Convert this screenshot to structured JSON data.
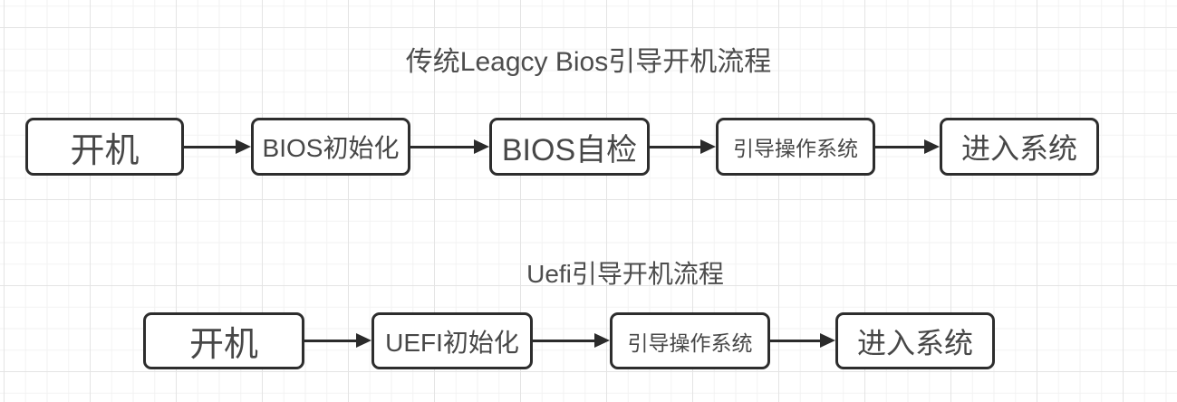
{
  "diagram": {
    "flows": [
      {
        "title": "传统Leagcy Bios引导开机流程",
        "steps": [
          "开机",
          "BIOS初始化",
          "BIOS自检",
          "引导操作系统",
          "进入系统"
        ]
      },
      {
        "title": "Uefi引导开机流程",
        "steps": [
          "开机",
          "UEFI初始化",
          "引导操作系统",
          "进入系统"
        ]
      }
    ],
    "colors": {
      "background": "#ffffff",
      "grid_minor": "#f2f2f2",
      "grid_major": "#e4e4e4",
      "node_border": "#2d2d2d",
      "node_fill": "#ffffff",
      "node_text": "#474747",
      "arrow": "#2b2b2b",
      "title_text": "#4d4d4d"
    }
  }
}
